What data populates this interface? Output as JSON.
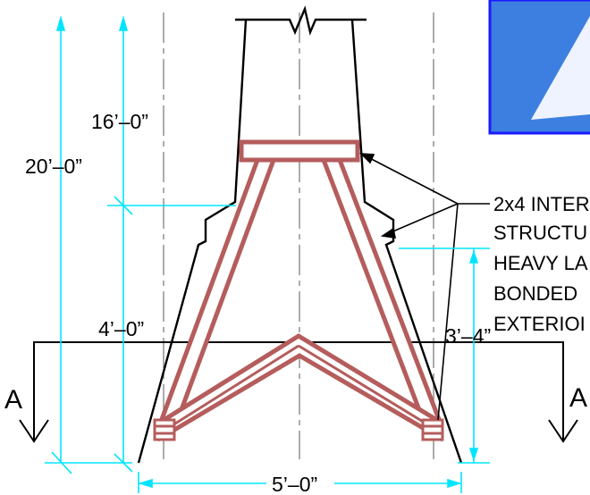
{
  "dimensions": {
    "overall_height": "20’–0”",
    "upper_height": "16’–0”",
    "lower_height": "4’–0”",
    "side_height": "3’–4”",
    "base_width": "5’–0”"
  },
  "note": {
    "lines": [
      "2x4 INTER",
      "STRUCTU",
      "HEAVY LA",
      "BONDED",
      "EXTERIOI"
    ]
  },
  "section": {
    "left_label": "A",
    "right_label": "A"
  },
  "colors": {
    "dimension": "#00e5ff",
    "member": "#b55c5c",
    "outline": "#000000",
    "centerline": "#888888",
    "panel_border": "#1a1aff",
    "panel_fill": "#3d7fe0"
  }
}
